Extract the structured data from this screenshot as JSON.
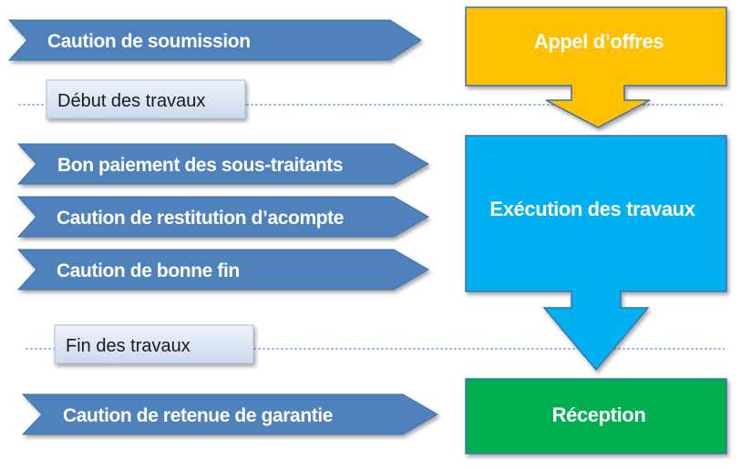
{
  "caution_arrows": [
    {
      "label": "Caution de soumission"
    },
    {
      "label": "Bon paiement des sous-traitants"
    },
    {
      "label": "Caution de restitution d’acompte"
    },
    {
      "label": "Caution de bonne fin"
    },
    {
      "label": "Caution de retenue de garantie"
    }
  ],
  "milestones": [
    {
      "label": "Début des travaux"
    },
    {
      "label": "Fin des travaux"
    }
  ],
  "phases": [
    {
      "label": "Appel d’offres",
      "color": "#FFC000"
    },
    {
      "label": "Exécution des travaux",
      "color": "#00B0F0"
    },
    {
      "label": "Réception",
      "color": "#00B050"
    }
  ],
  "colors": {
    "arrow_fill": "#4F81BD",
    "milestone_fill": "#DCE6F2",
    "guide_line": "#4F81BD"
  }
}
